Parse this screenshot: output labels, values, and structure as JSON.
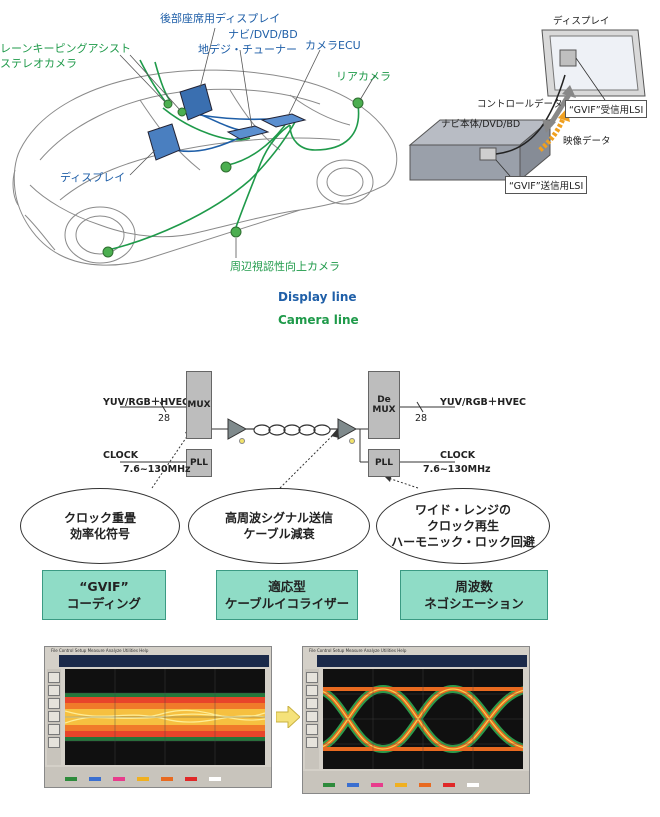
{
  "car_diagram": {
    "rear_display": "後部座席用ディスプレイ",
    "navi": "ナビ/DVD/BD",
    "tuner": "地デジ・チューナー",
    "camera_ecu": "カメラECU",
    "lane_keep_1": "レーンキーピングアシスト",
    "lane_keep_2": "ステレオカメラ",
    "rear_camera": "リアカメラ",
    "display": "ディスプレイ",
    "surround_camera": "周辺視認性向上カメラ",
    "legend_display": "Display line",
    "legend_camera": "Camera line",
    "display_line_color": "#1f5fa8",
    "camera_line_color": "#1f9a4a"
  },
  "system_diagram": {
    "display": "ディスプレイ",
    "control_data": "コントロールデータ",
    "receiver": "“GVIF”受信用LSI",
    "navi_unit": "ナビ本体/DVD/BD",
    "video_data": "映像データ",
    "transmitter": "“GVIF”送信用LSI"
  },
  "block_diagram": {
    "input_signal": "YUV/RGB＋HVEC",
    "input_bits": "28",
    "output_signal": "YUV/RGB＋HVEC",
    "output_bits": "28",
    "mux": "MUX",
    "demux_1": "De",
    "demux_2": "MUX",
    "pll_left": "PLL",
    "pll_right": "PLL",
    "clock_left": "CLOCK",
    "clock_left_range": "7.6~130MHz",
    "clock_right": "CLOCK",
    "clock_right_range": "7.6~130MHz"
  },
  "features": [
    {
      "line1": "クロック重畳",
      "line2": "効率化符号",
      "line3": ""
    },
    {
      "line1": "高周波シグナル送信",
      "line2": "ケーブル減衰",
      "line3": ""
    },
    {
      "line1": "ワイド・レンジの",
      "line2": "クロック再生",
      "line3": "ハーモニック・ロック回避"
    }
  ],
  "technologies": [
    {
      "line1": "“GVIF”",
      "line2": "コーディング"
    },
    {
      "line1": "適応型",
      "line2": "ケーブルイコライザー"
    },
    {
      "line1": "周波数",
      "line2": "ネゴシエーション"
    }
  ],
  "oscilloscope": {
    "menu": "File  Control  Setup  Measure  Analyze  Utilities  Help",
    "arrow_color": "#f5e27a"
  }
}
